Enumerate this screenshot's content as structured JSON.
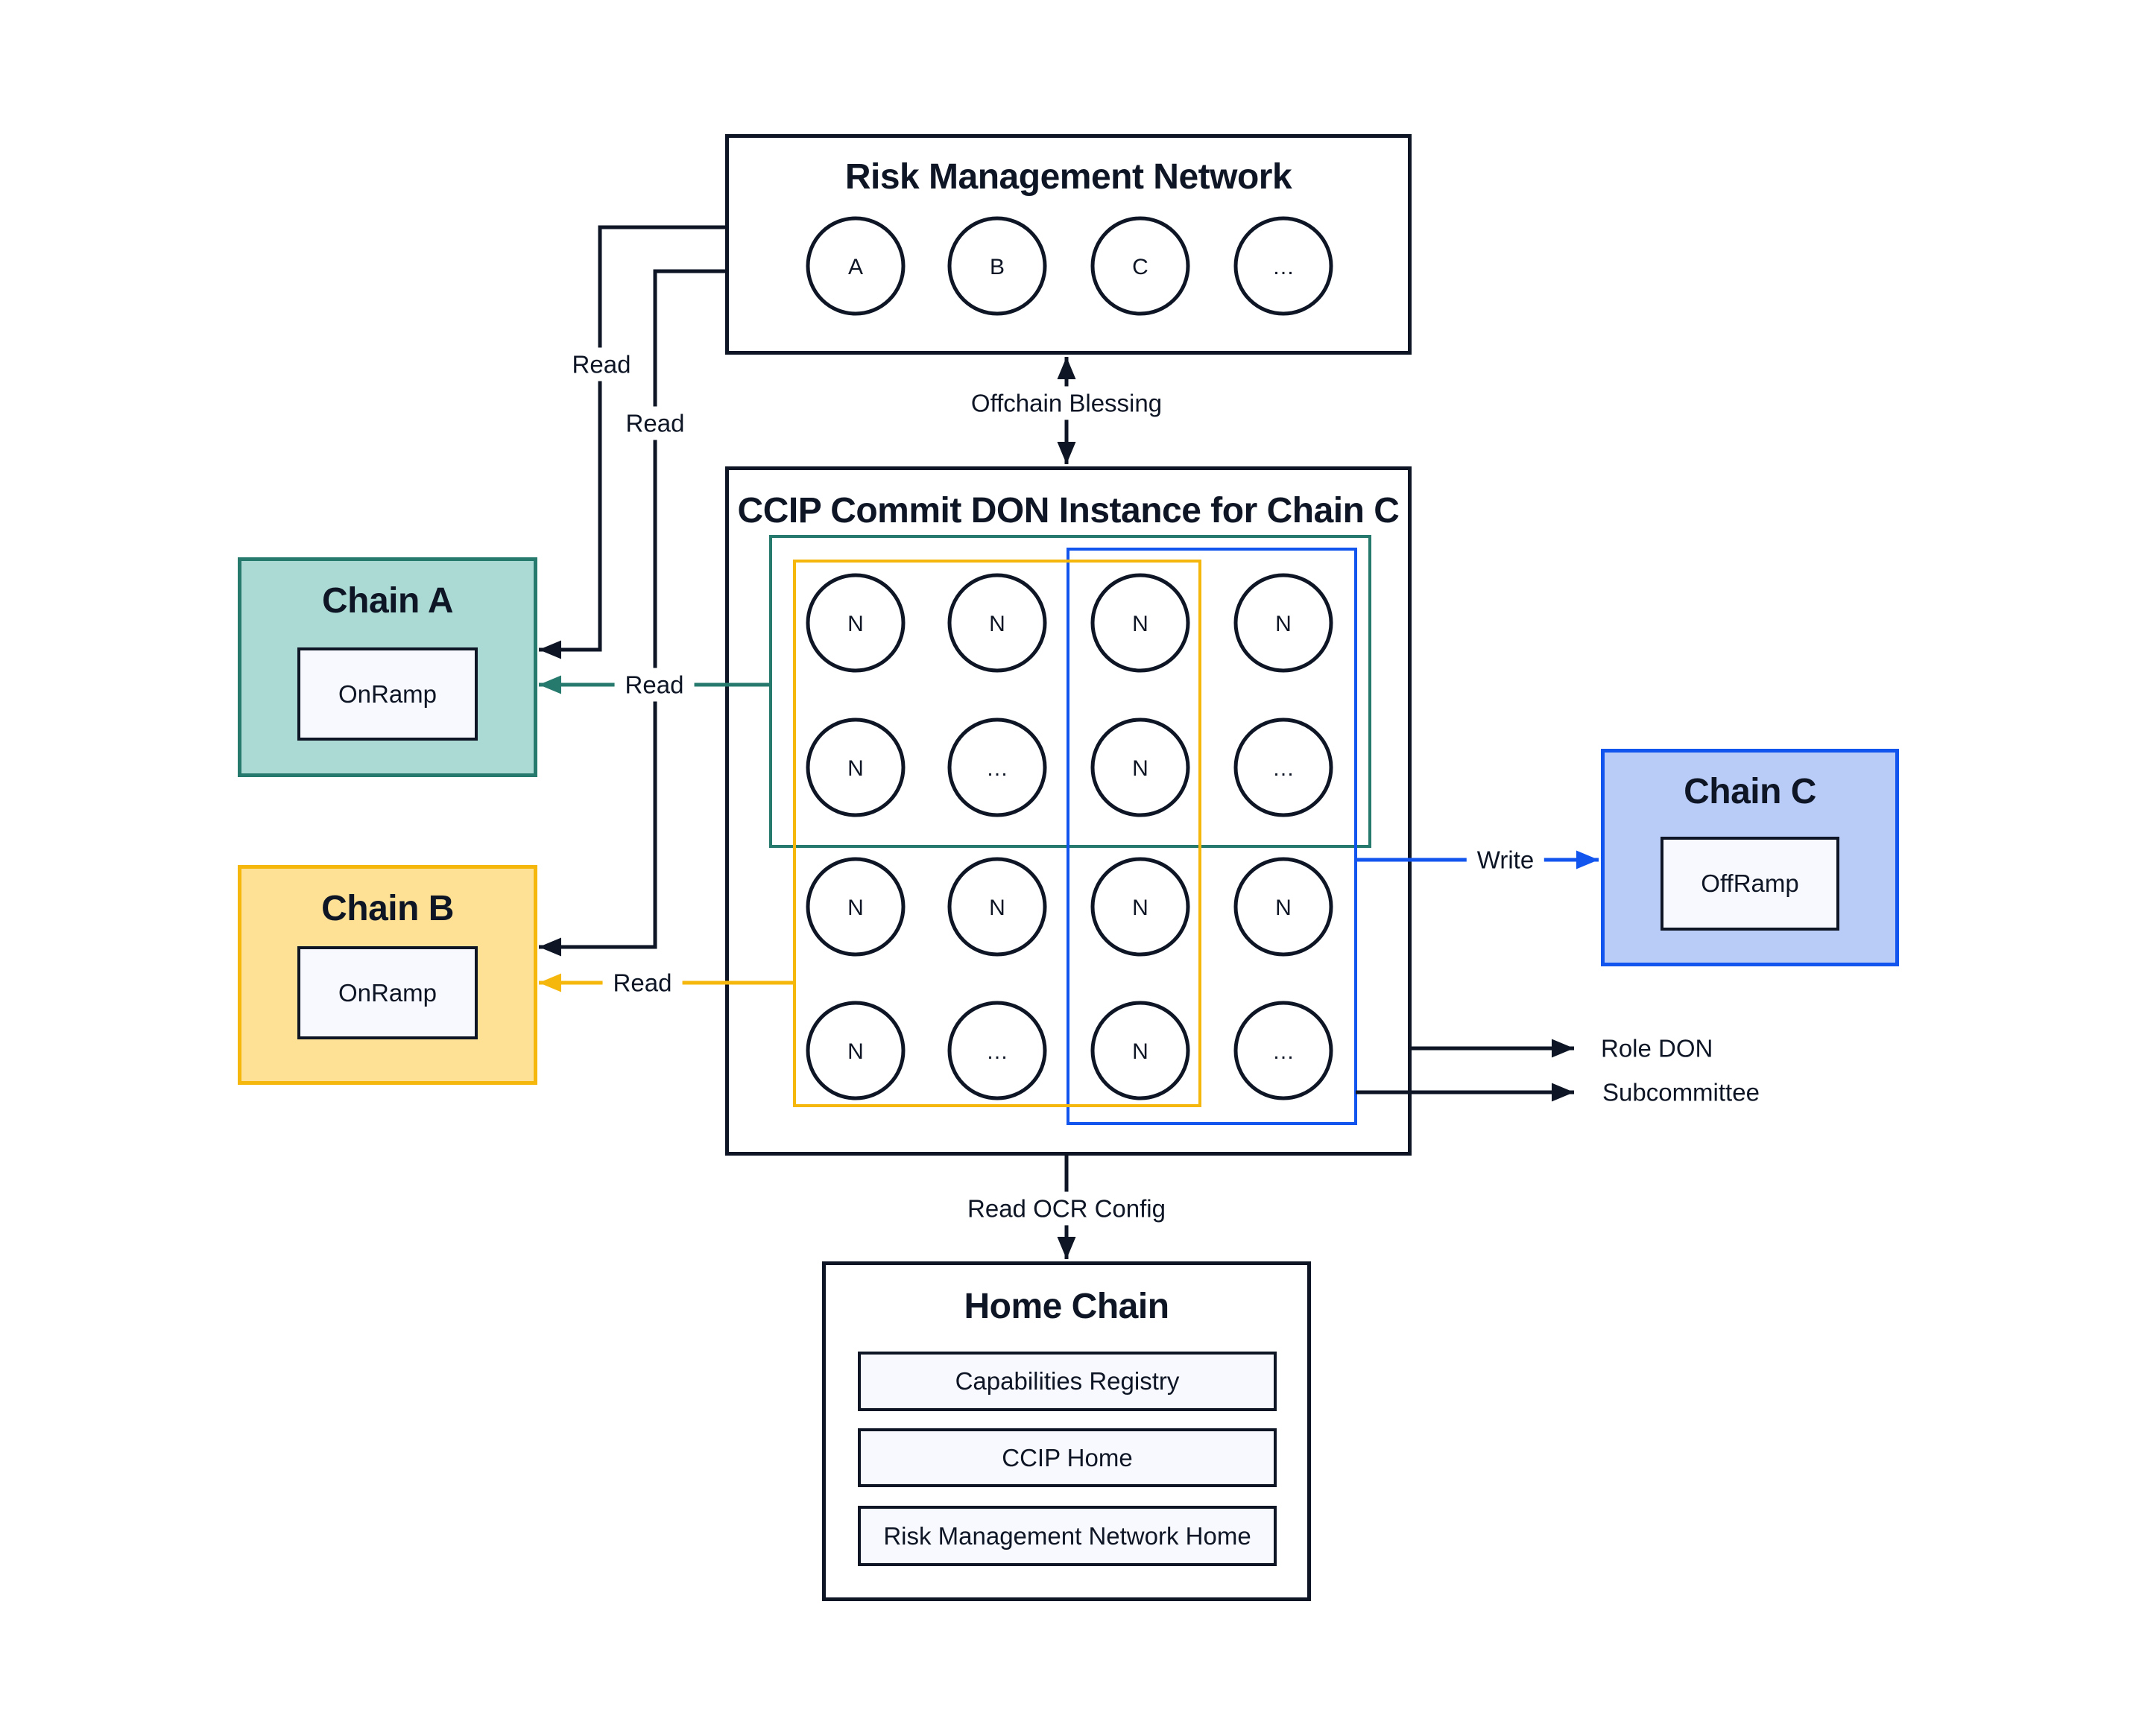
{
  "colors": {
    "dark": "#0e1626",
    "teal_accent": "#26796d",
    "teal_fill": "#abd9d3",
    "yellow_accent": "#f6b70d",
    "yellow_fill": "#fee195",
    "blue_accent": "#1155ee",
    "blue_fill": "#b9cbf7",
    "contract_fill": "#f8f9fe"
  },
  "rmn": {
    "title": "Risk Management Network",
    "nodes": [
      "A",
      "B",
      "C",
      "…"
    ]
  },
  "ccip": {
    "title": "CCIP Commit DON Instance for Chain C",
    "nodes": [
      "N",
      "N",
      "N",
      "N",
      "N",
      "…",
      "N",
      "…",
      "N",
      "N",
      "N",
      "N",
      "N",
      "…",
      "N",
      "…"
    ]
  },
  "chain_a": {
    "title": "Chain A",
    "contract": "OnRamp"
  },
  "chain_b": {
    "title": "Chain B",
    "contract": "OnRamp"
  },
  "chain_c": {
    "title": "Chain C",
    "contract": "OffRamp"
  },
  "home_chain": {
    "title": "Home Chain",
    "contracts": [
      "Capabilities Registry",
      "CCIP Home",
      "Risk Management Network Home"
    ]
  },
  "edges": {
    "read_rmn_a": "Read",
    "read_rmn_b": "Read",
    "read_don_a": "Read",
    "read_don_b": "Read",
    "blessing": "Offchain Blessing",
    "write": "Write",
    "role_don": "Role DON",
    "subcommittee": "Subcommittee",
    "read_ocr": "Read OCR Config"
  }
}
